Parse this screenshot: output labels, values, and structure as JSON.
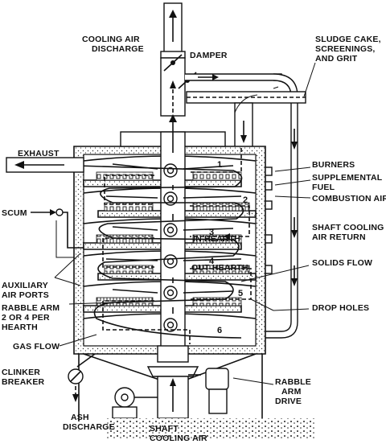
{
  "labels": {
    "cooling_air_discharge": [
      "COOLING AIR",
      "DISCHARGE"
    ],
    "damper": "DAMPER",
    "sludge_feed": [
      "SLUDGE CAKE,",
      "SCREENINGS,",
      "AND GRIT"
    ],
    "exhaust": "EXHAUST",
    "burners": "BURNERS",
    "supplemental_fuel": [
      "SUPPLEMENTAL",
      "FUEL"
    ],
    "combustion_air": "COMBUSTION AIR",
    "scum": "SCUM",
    "shaft_cooling_air_return": [
      "SHAFT COOLING",
      "AIR RETURN"
    ],
    "in_hearth": "IN HEARTH",
    "out_hearth": "OUT HEARTH",
    "solids_flow": "SOLIDS FLOW",
    "auxiliary_air_ports": [
      "AUXILIARY",
      "AIR PORTS"
    ],
    "rabble_arm": [
      "RABBLE ARM",
      "2 OR 4 PER",
      "HEARTH"
    ],
    "drop_holes": "DROP HOLES",
    "gas_flow": "GAS FLOW",
    "clinker_breaker": [
      "CLINKER",
      "BREAKER"
    ],
    "rabble_arm_drive": [
      "RABBLE",
      "ARM",
      "DRIVE"
    ],
    "ash_discharge": [
      "ASH",
      "DISCHARGE"
    ],
    "shaft_cooling_air": [
      "SHAFT",
      "COOLING AIR"
    ]
  },
  "hearth_numbers": [
    "1",
    "2",
    "3",
    "4",
    "5",
    "6"
  ]
}
